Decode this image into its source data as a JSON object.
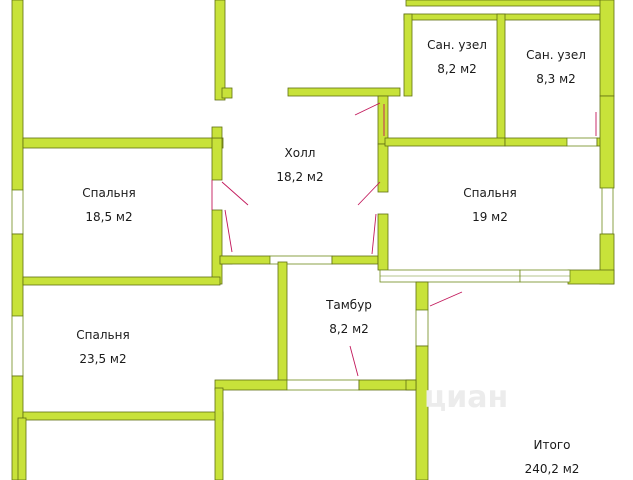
{
  "rooms": {
    "hall": {
      "name": "Холл",
      "area": "18,2  м2"
    },
    "bath1": {
      "name": "Сан.  узел",
      "area": "8,2  м2"
    },
    "bath2": {
      "name": "Сан.  узел",
      "area": "8,3  м2"
    },
    "bedroom_left": {
      "name": "Спальня",
      "area": "18,5  м2"
    },
    "bedroom_right": {
      "name": "Спальня",
      "area": "19  м2"
    },
    "bedroom_lower": {
      "name": "Спальня",
      "area": "23,5  м2"
    },
    "vestibule": {
      "name": "Тамбур",
      "area": "8,2  м2"
    }
  },
  "total": {
    "name": "Итого",
    "area": "240,2  м2"
  },
  "colors": {
    "wall": "#c8e23a",
    "door": "#c2185b",
    "background": "#ffffff"
  }
}
